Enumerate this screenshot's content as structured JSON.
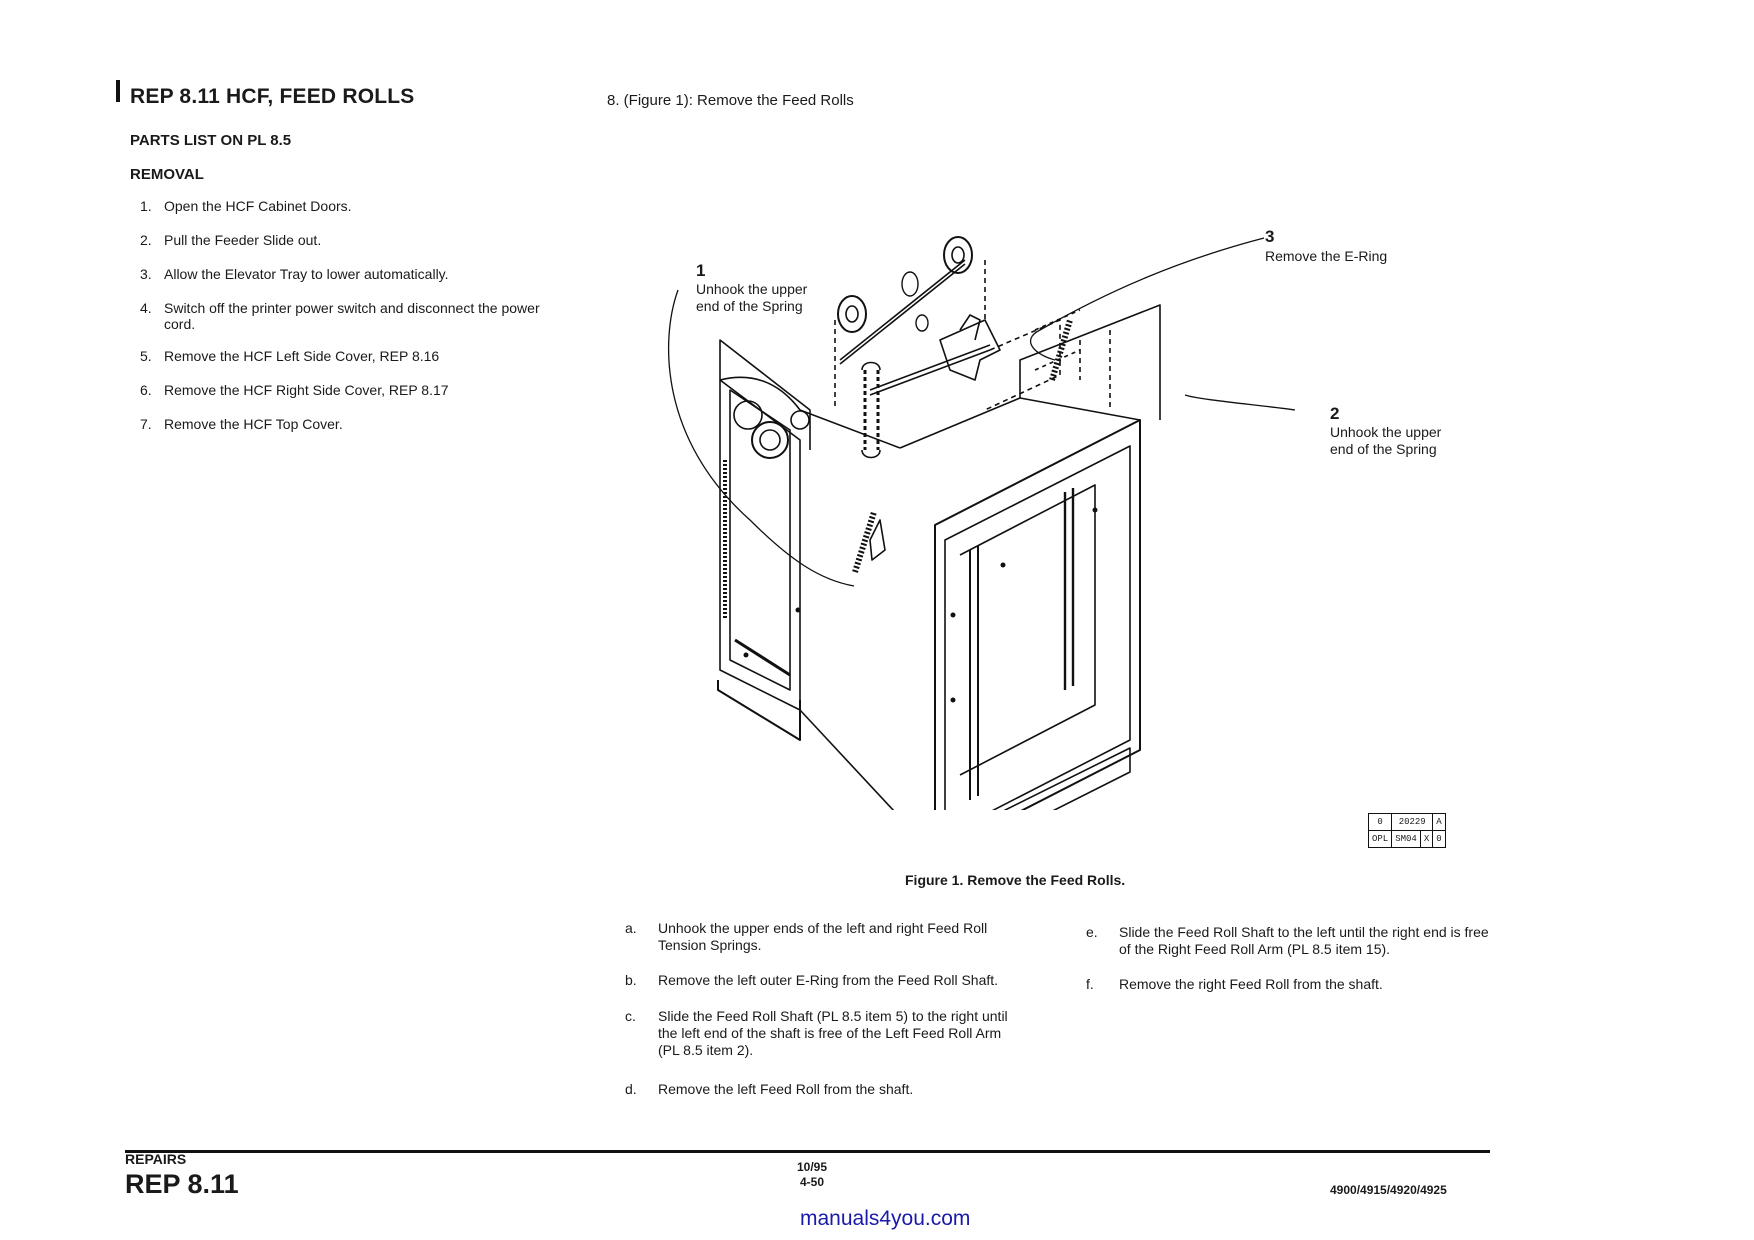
{
  "header": {
    "title": "REP 8.11 HCF, FEED ROLLS",
    "parts_list": "PARTS LIST ON PL 8.5",
    "removal": "REMOVAL"
  },
  "steps": [
    {
      "num": "1.",
      "text": "Open the HCF Cabinet Doors."
    },
    {
      "num": "2.",
      "text": "Pull the Feeder Slide out."
    },
    {
      "num": "3.",
      "text": "Allow the Elevator Tray to lower automatically."
    },
    {
      "num": "4.",
      "text": "Switch off the printer power switch and disconnect the power cord."
    },
    {
      "num": "5.",
      "text": "Remove the HCF Left Side Cover, REP 8.16"
    },
    {
      "num": "6.",
      "text": "Remove the HCF Right Side Cover, REP 8.17"
    },
    {
      "num": "7.",
      "text": "Remove the HCF Top Cover."
    }
  ],
  "step8": "8.  (Figure 1): Remove the Feed Rolls",
  "figure": {
    "callouts": [
      {
        "num": "1",
        "text_line1": "Unhook the upper",
        "text_line2": "end of the Spring"
      },
      {
        "num": "2",
        "text_line1": "Unhook the upper",
        "text_line2": "end of the Spring"
      },
      {
        "num": "3",
        "text_line1": "Remove the E-Ring",
        "text_line2": ""
      }
    ],
    "id_box": {
      "row1": [
        "0",
        "20229",
        "A"
      ],
      "row2": [
        "OPL",
        "SM04",
        "X",
        "0"
      ]
    },
    "caption": "Figure 1. Remove the Feed Rolls."
  },
  "substeps": [
    {
      "letter": "a.",
      "text": "Unhook the upper ends of the left and right Feed Roll Tension Springs."
    },
    {
      "letter": "b.",
      "text": "Remove the left outer E-Ring from the Feed Roll Shaft."
    },
    {
      "letter": "c.",
      "text": "Slide the Feed Roll Shaft (PL 8.5 item 5) to the right until the left end of the shaft is free of the Left Feed Roll Arm (PL 8.5 item 2)."
    },
    {
      "letter": "d.",
      "text": "Remove the left Feed Roll from the shaft."
    },
    {
      "letter": "e.",
      "text": "Slide the Feed Roll Shaft to the left until the right end is free of the Right Feed Roll Arm (PL 8.5 item 15)."
    },
    {
      "letter": "f.",
      "text": "Remove the right Feed Roll from the shaft."
    }
  ],
  "footer": {
    "section": "REPAIRS",
    "rep": "REP 8.11",
    "date": "10/95",
    "page": "4-50",
    "models": "4900/4915/4920/4925"
  },
  "watermark": "manuals4you.com"
}
